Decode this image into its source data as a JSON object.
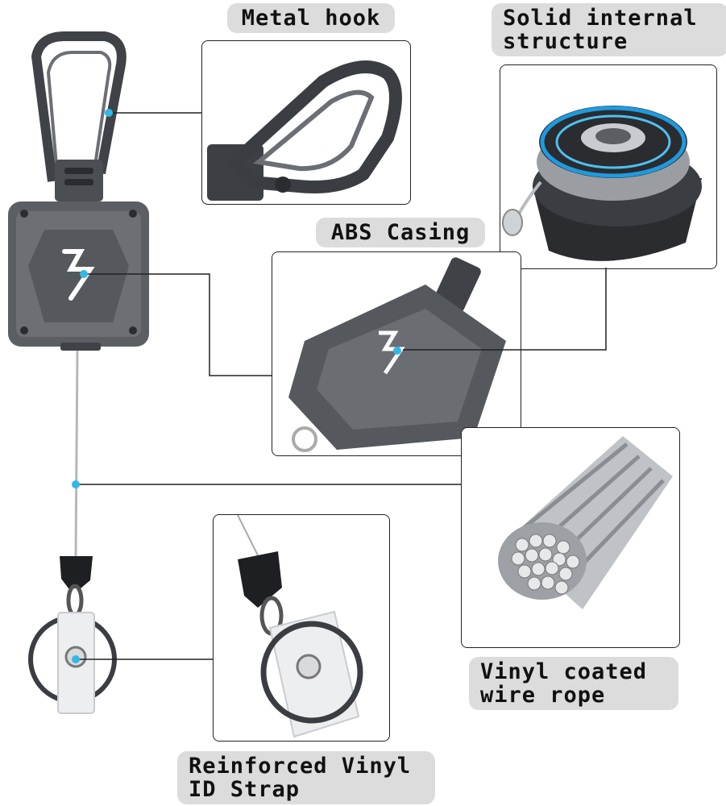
{
  "labels": {
    "metal_hook": "Metal hook",
    "solid_structure": "Solid internal\nstructure",
    "abs_casing": "ABS Casing",
    "wire_rope": "Vinyl coated\nwire rope",
    "id_strap": "Reinforced Vinyl\nID Strap"
  },
  "colors": {
    "accent_dot": "#2fb8e8",
    "label_bg": "#dcdcdc",
    "casing": "#5b5e63",
    "metal": "#3f4247"
  },
  "icons": [
    "carabiner-hook",
    "reel-casing",
    "logo-mark",
    "wire-cable",
    "split-ring",
    "id-strap"
  ]
}
